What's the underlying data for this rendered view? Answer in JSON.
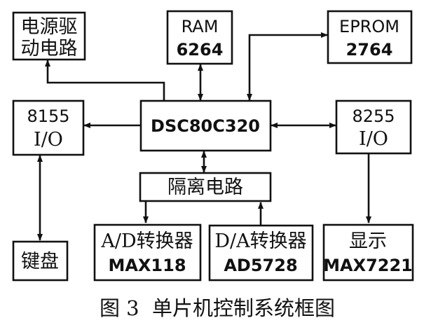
{
  "blocks": {
    "power_driver": {
      "line1": "电源驱",
      "line2": "动电路"
    },
    "ram": {
      "line1": "RAM",
      "line2": "6264"
    },
    "eprom": {
      "line1": "EPROM",
      "line2": "2764"
    },
    "cpu": {
      "label": "DSC80C320"
    },
    "io8155": {
      "line1": "8155",
      "line2": "I/O"
    },
    "io8255": {
      "line1": "8255",
      "line2": "I/O"
    },
    "isolation": {
      "label": "隔离电路"
    },
    "adc": {
      "line1": "A/D转换器",
      "line2": "MAX118"
    },
    "dac": {
      "line1": "D/A转换器",
      "line2": "AD5728"
    },
    "keyboard": {
      "label": "键盘"
    },
    "display": {
      "line1": "显示",
      "line2": "MAX7221"
    }
  },
  "caption": "图 3  单片机控制系统框图"
}
